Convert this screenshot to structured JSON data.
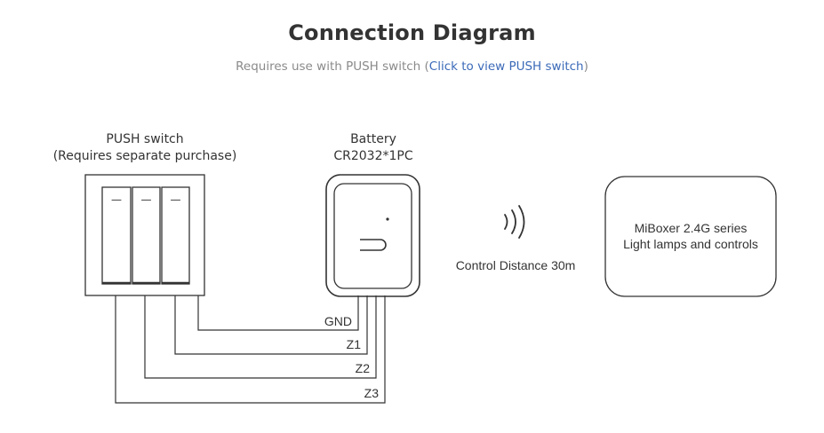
{
  "header": {
    "title": "Connection Diagram",
    "subtitle_prefix": "Requires use with PUSH switch (",
    "subtitle_link": "Click to view PUSH switch",
    "subtitle_suffix": ")"
  },
  "push_switch": {
    "label_line1": "PUSH switch",
    "label_line2": "(Requires separate purchase)",
    "button_glyph": "—"
  },
  "battery": {
    "label_line1": "Battery",
    "label_line2": "CR2032*1PC"
  },
  "wires": [
    "GND",
    "Z1",
    "Z2",
    "Z3"
  ],
  "wireless": {
    "label": "Control Distance 30m"
  },
  "miboxer": {
    "line1": "MiBoxer 2.4G series",
    "line2": "Light lamps and controls"
  },
  "colors": {
    "line": "#333333",
    "link": "#3b6ab8",
    "subtitle": "#8a8a8a"
  }
}
